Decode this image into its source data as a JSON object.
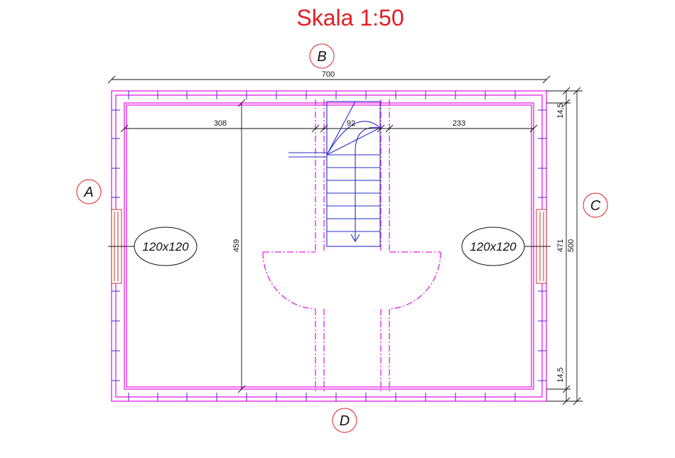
{
  "title": "Skala 1:50",
  "markers": {
    "a": "A",
    "b": "B",
    "c": "C",
    "d": "D"
  },
  "dimensions": {
    "total_width": "700",
    "left_room_width": "308",
    "stair_width": "92",
    "right_room_width": "233",
    "inner_height": "459",
    "wall_top": "14,5",
    "inner_height_right": "471",
    "total_height": "500",
    "wall_bottom": "14,5"
  },
  "windows": {
    "left": "120x120",
    "right": "120x120"
  },
  "colors": {
    "title": "#e31e24",
    "walls": "#e61ee6",
    "stairs": "#2b2bcc",
    "dimensions": "#111111",
    "markers": "#e31e24"
  }
}
